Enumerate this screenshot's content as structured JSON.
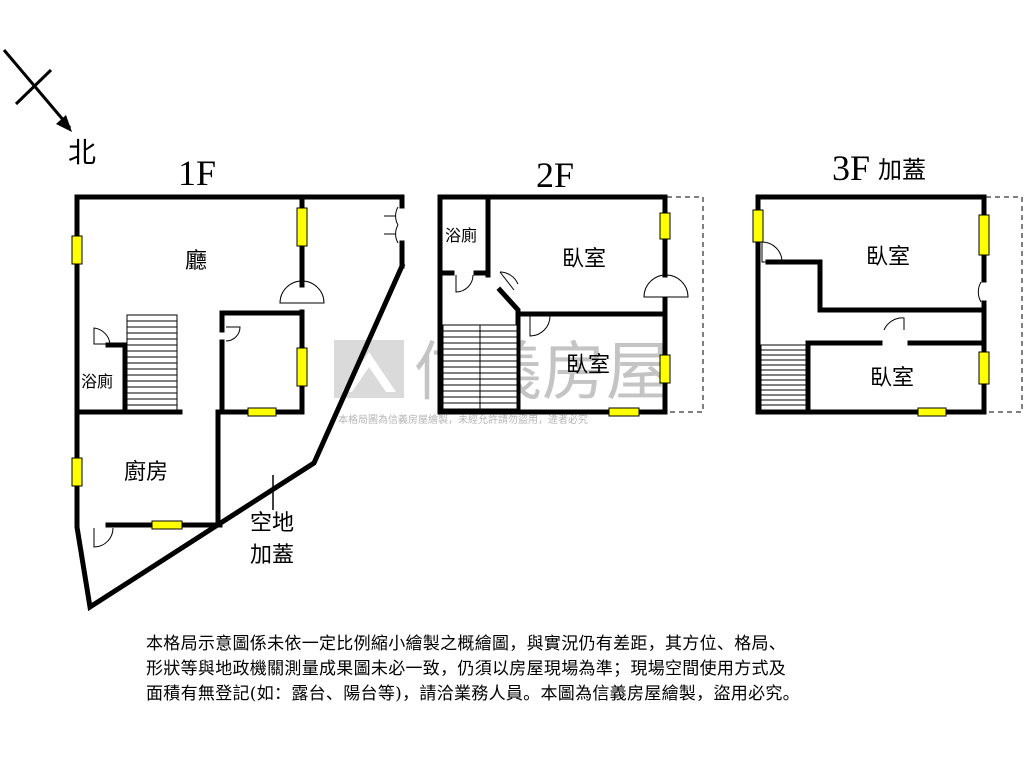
{
  "compass": {
    "label": "北"
  },
  "floors": {
    "f1": {
      "label": "1F"
    },
    "f2": {
      "label": "2F"
    },
    "f3": {
      "label": "3F",
      "suffix": "加蓋"
    }
  },
  "rooms": {
    "living_room": "廳",
    "bathroom_1f": "浴廁",
    "kitchen": "廚房",
    "bathroom_2f": "浴廁",
    "bedroom_2f_a": "臥室",
    "bedroom_2f_b": "臥室",
    "bedroom_3f_a": "臥室",
    "bedroom_3f_b": "臥室"
  },
  "open_space": {
    "line1": "空地",
    "line2": "加蓋"
  },
  "watermark": {
    "brand": "信義房屋",
    "caption": "本格局圖為信義房屋繪製，未經允許請勿盜用，違者必究"
  },
  "disclaimer": {
    "line1": "本格局示意圖係未依一定比例縮小繪製之概繪圖，與實況仍有差距，其方位、格局、",
    "line2": "形狀等與地政機關測量成果圖未必一致，仍須以房屋現場為準；現場空間使用方式及",
    "line3": "面積有無登記(如：露台、陽台等)，請洽業務人員。本圖為信義房屋繪製，盜用必究。"
  },
  "colors": {
    "wall": "#000000",
    "window": "#ffff00",
    "watermark": "#bfbfbf"
  }
}
